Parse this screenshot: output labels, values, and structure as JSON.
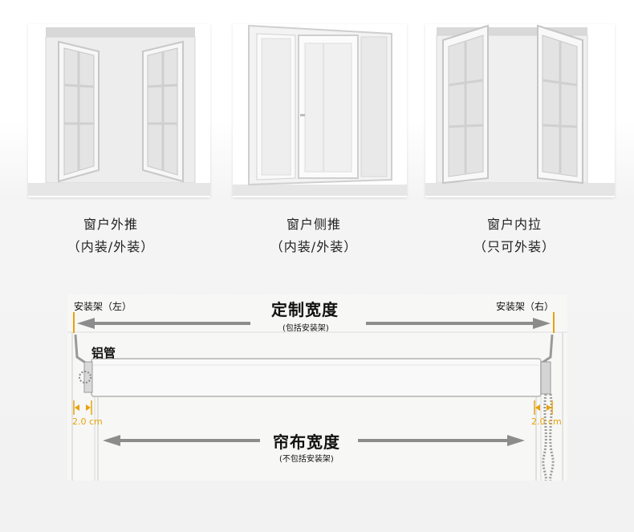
{
  "windows": [
    {
      "line1": "窗户外推",
      "line2": "（内装/外装）"
    },
    {
      "line1": "窗户侧推",
      "line2": "（内装/外装）"
    },
    {
      "line1": "窗户内拉",
      "line2": "（只可外装）"
    }
  ],
  "diagram": {
    "bracket_left": "安装架（左）",
    "bracket_right": "安装架（右）",
    "custom_width": "定制宽度",
    "custom_width_note": "(包括安装架)",
    "tube_label": "铝管",
    "left_gap": "2.0 cm",
    "right_gap": "2.0 cm",
    "curtain_width": "帘布宽度",
    "curtain_width_note": "(不包括安装架)"
  },
  "colors": {
    "dimension_orange": "#e7a20a",
    "arrow_gray": "#8c8c8c",
    "frame_gray": "#dedede"
  }
}
